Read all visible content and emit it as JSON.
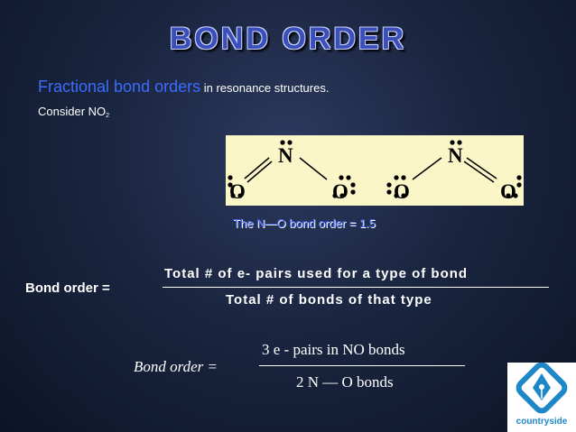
{
  "title": "BOND ORDER",
  "intro": {
    "highlight": "Fractional bond orders",
    "rest": " in resonance structures."
  },
  "consider": {
    "text": "Consider NO",
    "subscript": "2"
  },
  "diagram": {
    "left": {
      "n": "N",
      "o1": "O",
      "o2": "O"
    },
    "right": {
      "n": "N",
      "o1": "O",
      "o2": "O"
    }
  },
  "caption": "The N—O bond order = 1.5",
  "equation": {
    "label": "Bond order =",
    "numerator": "Total # of e- pairs used for a type of bond",
    "denominator": "Total # of bonds of that type"
  },
  "formula": {
    "lhs": "Bond order =",
    "numerator": "3 e - pairs in NO bonds",
    "denominator": "2 N — O bonds"
  },
  "logo": {
    "text": "countryside"
  }
}
